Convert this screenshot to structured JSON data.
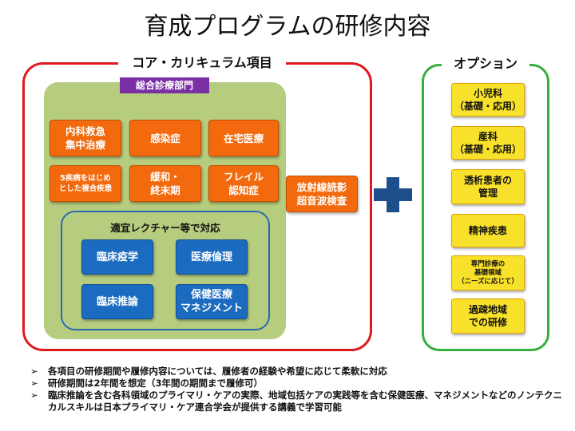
{
  "title": "育成プログラムの研修内容",
  "core": {
    "label": "コア・カリキュラム項目",
    "dept_tag": "総合診療部門",
    "items": [
      {
        "text": "内科救急\n集中治療"
      },
      {
        "text": "感染症"
      },
      {
        "text": "在宅医療"
      },
      {
        "text": "5疾病をはじめ\nとした複合疾患"
      },
      {
        "text": "緩和・\n終末期"
      },
      {
        "text": "フレイル\n認知症"
      }
    ],
    "radiology": "放射線読影\n超音波検査",
    "lecture": {
      "label": "適宜レクチャー等で対応",
      "items": [
        {
          "text": "臨床疫学"
        },
        {
          "text": "医療倫理"
        },
        {
          "text": "臨床推論"
        },
        {
          "text": "保健医療\nマネジメント"
        }
      ]
    }
  },
  "options": {
    "label": "オプション",
    "items": [
      {
        "text": "小児科\n（基礎・応用）"
      },
      {
        "text": "産科\n（基礎・応用）"
      },
      {
        "text": "透析患者の\n管理"
      },
      {
        "text": "精神疾患"
      },
      {
        "text": "専門診療の\n基礎領域\n（ニーズに応じて）"
      },
      {
        "text": "過疎地域\nでの研修"
      }
    ]
  },
  "notes": [
    "各項目の研修期間や履修内容については、履修者の経験や希望に応じて柔軟に対応",
    "研修期間は2年間を想定（3年間の期間まで履修可）",
    "臨床推論を含む各科領域のプライマリ・ケアの実際、地域包括ケアの実践等を含む保健医療、マネジメントなどのノンテクニカルスキルは日本プライマリ・ケア連合学会が提供する講義で学習可能"
  ],
  "colors": {
    "core_frame": "#e0191f",
    "option_frame": "#37ad3d",
    "panel": "#b6cc7e",
    "orange": "#f26a0d",
    "blue": "#1b6cc0",
    "yellow": "#f8e12a",
    "purple": "#7b2fa4",
    "plus": "#1f4e8c"
  },
  "icons": {
    "plus": "plus-icon",
    "bullet": "arrow-bullet-icon"
  }
}
